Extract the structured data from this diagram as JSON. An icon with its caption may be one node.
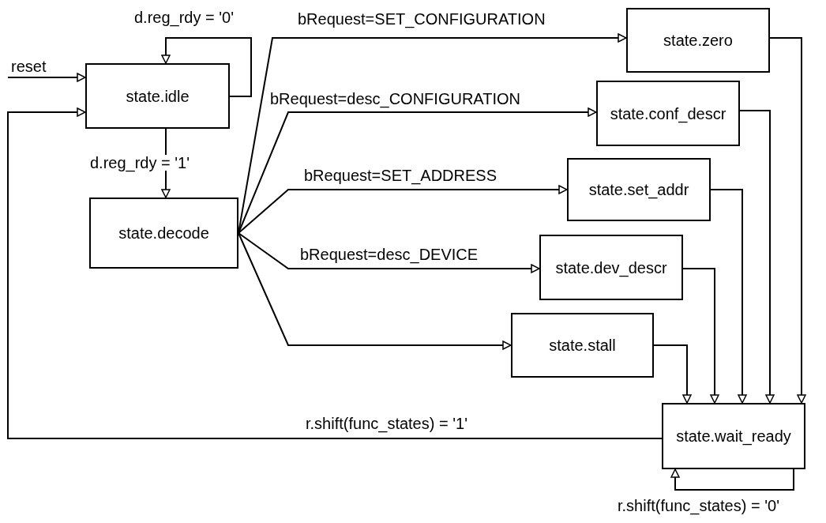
{
  "diagram": {
    "nodes": [
      {
        "text": [
          "state.idle"
        ]
      },
      {
        "text": [
          "state.decode"
        ]
      },
      {
        "text": [
          "state.zero"
        ]
      },
      {
        "text": [
          "state.conf_descr"
        ]
      },
      {
        "text": [
          "state.set_addr"
        ]
      },
      {
        "text": [
          "state.dev_descr"
        ]
      },
      {
        "text": [
          "state.stall"
        ]
      },
      {
        "text": [
          "state.wait_ready"
        ]
      }
    ],
    "edges": [
      {
        "from": null,
        "to": 0,
        "arrow": "to",
        "label": "reset"
      },
      {
        "from": 0,
        "to": 0,
        "arrow": "to",
        "label": "d.reg_rdy = '0'"
      },
      {
        "from": 0,
        "to": 1,
        "arrow": "to",
        "label": "d.reg_rdy = '1'"
      },
      {
        "from": 1,
        "to": 2,
        "arrow": "to",
        "label": "bRequest=SET_CONFIGURATION"
      },
      {
        "from": 1,
        "to": 3,
        "arrow": "to",
        "label": "bRequest=desc_CONFIGURATION"
      },
      {
        "from": 1,
        "to": 4,
        "arrow": "to",
        "label": "bRequest=SET_ADDRESS"
      },
      {
        "from": 1,
        "to": 5,
        "arrow": "to",
        "label": "bRequest=desc_DEVICE"
      },
      {
        "from": 1,
        "to": 6,
        "arrow": "to"
      },
      {
        "from": 2,
        "to": 7,
        "arrow": "to"
      },
      {
        "from": 3,
        "to": 7,
        "arrow": "to"
      },
      {
        "from": 4,
        "to": 7,
        "arrow": "to"
      },
      {
        "from": 5,
        "to": 7,
        "arrow": "to"
      },
      {
        "from": 6,
        "to": 7,
        "arrow": "to"
      },
      {
        "from": 7,
        "to": 0,
        "arrow": "to",
        "label": "r.shift(func_states) = '1'"
      },
      {
        "from": 7,
        "to": 7,
        "arrow": "to",
        "label": "r.shift(func_states) = '0'"
      }
    ]
  }
}
